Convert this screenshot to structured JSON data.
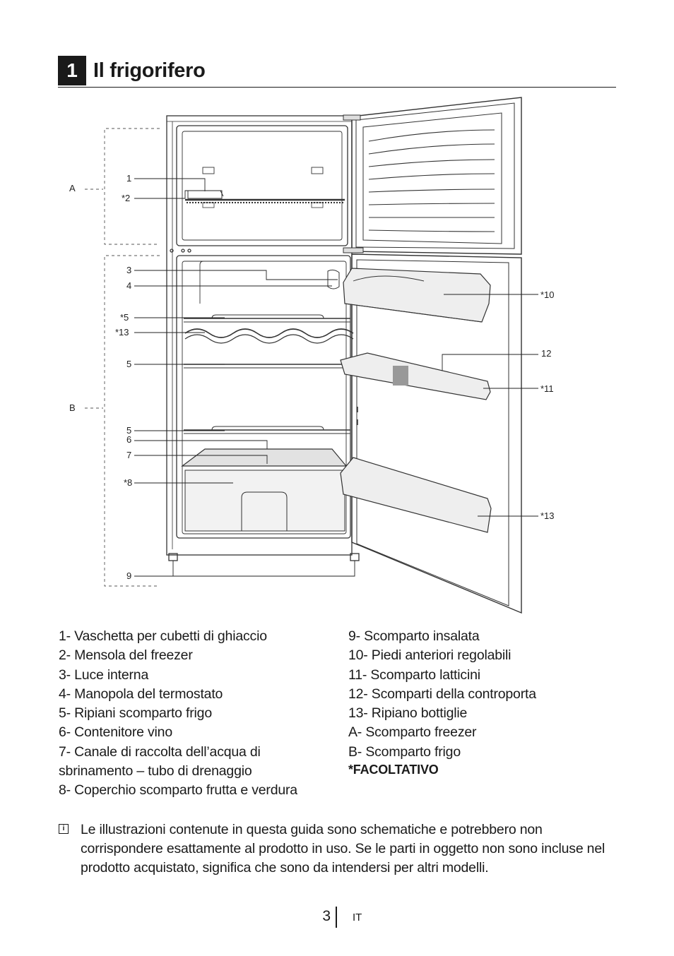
{
  "heading": {
    "number": "1",
    "title": "Il frigorifero"
  },
  "diagram": {
    "callouts": {
      "A": "A",
      "B": "B",
      "c1": "1",
      "c2": "*2",
      "c3": "3",
      "c4": "4",
      "c5a": "*5",
      "c13a": "*13",
      "c5b": "5",
      "c5c": "5",
      "c6": "6",
      "c7": "7",
      "c8": "*8",
      "c9": "9",
      "c10": "*10",
      "c12": "12",
      "c11": "*11",
      "c13b": "*13"
    }
  },
  "legend": {
    "left": [
      "1- Vaschetta per cubetti di ghiaccio",
      "2- Mensola del freezer",
      "3- Luce interna",
      "4- Manopola del termostato",
      "5- Ripiani scomparto frigo",
      "6- Contenitore vino",
      "7- Canale di raccolta dell’acqua di sbrinamento – tubo di drenaggio",
      "8- Coperchio scomparto frutta e verdura"
    ],
    "right": [
      "9- Scomparto insalata",
      "10- Piedi anteriori regolabili",
      "11- Scomparto latticini",
      "12- Scomparti della controporta",
      "13- Ripiano bottiglie",
      "A- Scomparto freezer",
      "B- Scomparto frigo"
    ],
    "optional_note": "*FACOLTATIVO"
  },
  "note": {
    "icon": "info-icon",
    "text": "Le illustrazioni contenute in questa guida sono schematiche e potrebbero non corrispondere esattamente al prodotto in uso. Se le parti in oggetto non sono incluse nel prodotto acquistato, significa che sono da intendersi per altri modelli."
  },
  "footer": {
    "page": "3",
    "language": "IT"
  }
}
